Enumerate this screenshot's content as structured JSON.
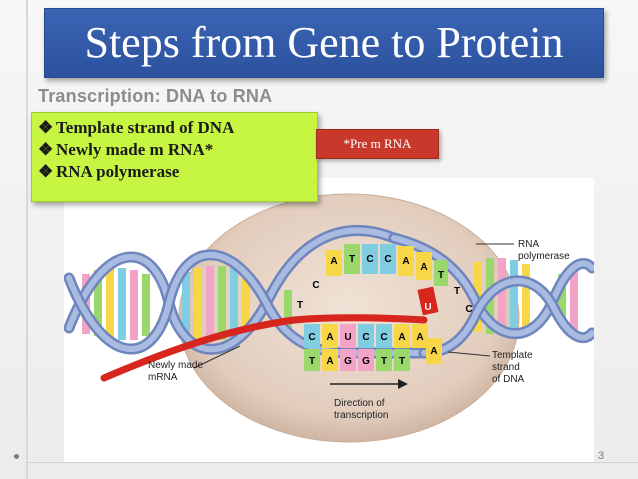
{
  "slide": {
    "title": "Steps from Gene to Protein",
    "subtitle": "Transcription: DNA to RNA",
    "bullets": [
      "Template strand of DNA",
      "Newly made m RNA*",
      "RNA polymerase"
    ],
    "bullet_glyph": "❖",
    "note": "*Pre m RNA",
    "page_number": "3"
  },
  "diagram": {
    "labels": {
      "rna_polymerase": [
        "RNA",
        "polymerase"
      ],
      "newly_made_mrna": [
        "Newly made",
        "mRNA"
      ],
      "template_strand": [
        "Template",
        "strand",
        "of DNA"
      ],
      "direction": [
        "Direction of",
        "transcription"
      ]
    },
    "top_strand_bases": [
      "A",
      "T",
      "C",
      "C",
      "A",
      "A",
      "T"
    ],
    "top_strand_tail": [
      "T",
      "C"
    ],
    "left_bases": [
      "C",
      "T"
    ],
    "rna_bases": [
      "C",
      "A",
      "U",
      "C",
      "C",
      "A",
      "A"
    ],
    "template_bases": [
      "T",
      "A",
      "G",
      "G",
      "T",
      "T",
      "A"
    ],
    "incoming_base": "U"
  },
  "colors": {
    "title_bar": "#2f58a8",
    "green_box": "#c6f542",
    "red_note": "#c8392b",
    "enzyme": "#e5d3c4",
    "dna_backbone": "#8da3cf",
    "rna_strand": "#d7261e"
  }
}
